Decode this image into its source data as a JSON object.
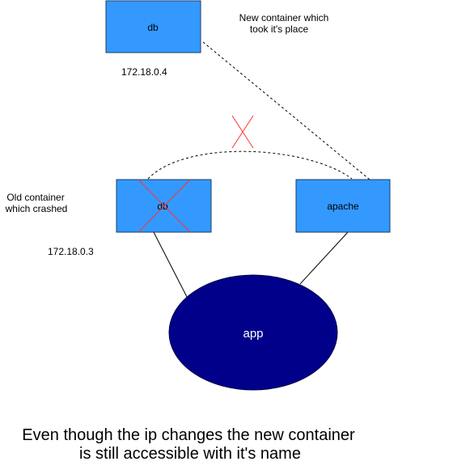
{
  "nodes": {
    "db_new": {
      "label": "db",
      "ip": "172.18.0.4"
    },
    "db_old": {
      "label": "db",
      "ip": "172.18.0.3"
    },
    "apache": {
      "label": "apache"
    },
    "app": {
      "label": "app"
    }
  },
  "annotations": {
    "new_container": [
      "New container which",
      "took it's place"
    ],
    "old_container": [
      "Old container",
      "which crashed"
    ]
  },
  "caption": [
    "Even though the ip changes the new container",
    "is still accessible with it's name"
  ],
  "colors": {
    "box_fill": "#3399ff",
    "app_fill": "#00008b",
    "cross": "#ff3333"
  }
}
